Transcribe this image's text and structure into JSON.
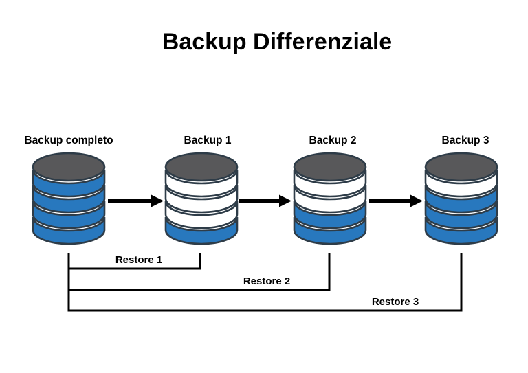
{
  "title": "Backup Differenziale",
  "colors": {
    "background": "#FFFFFF",
    "text": "#000000",
    "disk_blue": "#2878BE",
    "disk_white": "#FFFFFF",
    "disk_top": "#58585A",
    "outline": "#2E3C48",
    "line": "#000000"
  },
  "cylinders": [
    {
      "label": "Backup completo",
      "segments": [
        "blue",
        "blue",
        "blue",
        "blue"
      ]
    },
    {
      "label": "Backup 1",
      "segments": [
        "white",
        "white",
        "white",
        "blue"
      ]
    },
    {
      "label": "Backup 2",
      "segments": [
        "white",
        "white",
        "blue",
        "blue"
      ]
    },
    {
      "label": "Backup 3",
      "segments": [
        "white",
        "blue",
        "blue",
        "blue"
      ]
    }
  ],
  "arrows": [
    {
      "from": "Backup completo",
      "to": "Backup 1"
    },
    {
      "from": "Backup 1",
      "to": "Backup 2"
    },
    {
      "from": "Backup 2",
      "to": "Backup 3"
    }
  ],
  "restores": [
    {
      "label": "Restore 1",
      "sources": [
        "Backup completo",
        "Backup 1"
      ]
    },
    {
      "label": "Restore 2",
      "sources": [
        "Backup completo",
        "Backup 2"
      ]
    },
    {
      "label": "Restore 3",
      "sources": [
        "Backup completo",
        "Backup 3"
      ]
    }
  ]
}
